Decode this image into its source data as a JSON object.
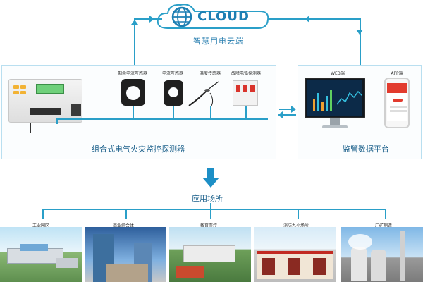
{
  "cloud": {
    "logo_text": "CLOUD",
    "subtitle": "智慧用电云端"
  },
  "left_panel": {
    "caption": "组合式电气火灾监控探测器",
    "sensors": [
      {
        "label": "剩余电流互感器"
      },
      {
        "label": "电流互感器"
      },
      {
        "label": "温度传感器"
      },
      {
        "label": "故障电弧探测器"
      }
    ]
  },
  "right_panel": {
    "caption": "监管数据平台",
    "web_label": "WEB端",
    "app_label": "APP端"
  },
  "apps": {
    "title": "应用场所",
    "items": [
      {
        "label": "工业园区"
      },
      {
        "label": "商业综合体"
      },
      {
        "label": "教育医疗"
      },
      {
        "label": "消防九小场所"
      },
      {
        "label": "厂矿制造"
      }
    ]
  },
  "colors": {
    "line": "#2a9fc8",
    "cloud": "#1d7fb3",
    "arrow_down": "#1d8fc6"
  }
}
